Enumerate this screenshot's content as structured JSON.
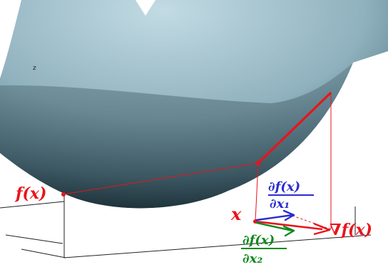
{
  "figure": {
    "axis_label": "z",
    "annotations": {
      "f_x": "f(x)",
      "x_point": "x",
      "grad": "∇f(x)",
      "partial_x1_num": "∂f(x)",
      "partial_x1_den": "∂x₁",
      "partial_x2_num": "∂f(x)",
      "partial_x2_den": "∂x₂"
    },
    "colors": {
      "surface_light": "#b8d4de",
      "surface_mid": "#8fb1bd",
      "surface_dark": "#1f343d",
      "axis": "#222222",
      "red": "#e8141c",
      "blue": "#2a2bd0",
      "green": "#0a8a1a"
    }
  }
}
